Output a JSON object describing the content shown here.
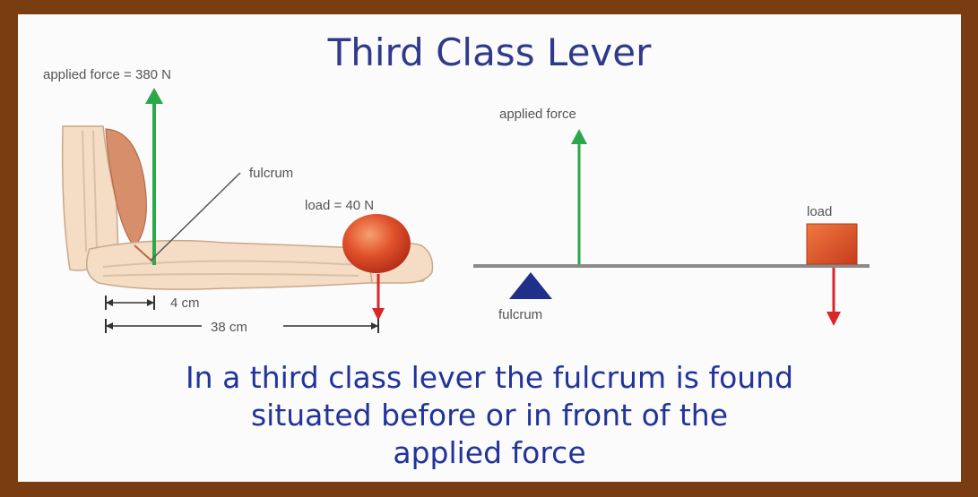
{
  "title": "Third Class Lever",
  "arm_diagram": {
    "applied_force_label": "applied force = 380 N",
    "fulcrum_label": "fulcrum",
    "load_label": "load = 40 N",
    "short_distance_label": "4 cm",
    "long_distance_label": "38 cm"
  },
  "lever_diagram": {
    "applied_force_label": "applied force",
    "load_label": "load",
    "fulcrum_label": "fulcrum"
  },
  "caption_lines": [
    "In a third class lever the fulcrum is found",
    "situated before or in front of the",
    "applied force"
  ],
  "colors": {
    "frame": "#7a3d12",
    "title_text": "#2f3a8c",
    "caption_text": "#22339a",
    "force_arrow": "#2aa84a",
    "load_arrow": "#d8262a",
    "fulcrum": "#1f2f8a",
    "load_box": "#d94a22"
  }
}
